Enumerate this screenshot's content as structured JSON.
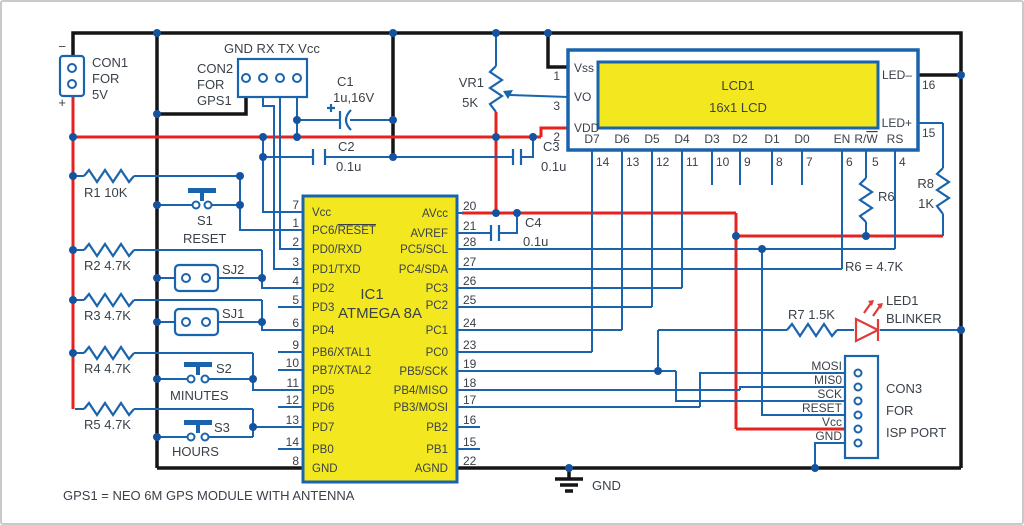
{
  "note": "GPS1 = NEO 6M GPS MODULE WITH ANTENNA",
  "symbols": {
    "plus": "+",
    "minus": "−",
    "gnd": "GND"
  },
  "colors": {
    "wire": "#1a64ad",
    "power": "#e42320",
    "ground": "#151515",
    "component_fill": "#f3e81f",
    "led": "#e03a3a"
  },
  "con1": {
    "line1": "CON1",
    "line2": "FOR",
    "line3": "5V"
  },
  "con2": {
    "pin_labels": "GND RX TX Vcc",
    "line1": "CON2",
    "line2": "FOR",
    "line3": "GPS1"
  },
  "con3": {
    "signals": [
      "MOSI",
      "MIS0",
      "SCK",
      "RESET",
      "Vcc",
      "GND"
    ],
    "line1": "CON3",
    "line2": "FOR",
    "line3": "ISP PORT"
  },
  "capacitors": {
    "c1": {
      "name": "C1",
      "value": "1u,16V"
    },
    "c2": {
      "name": "C2",
      "value": "0.1u"
    },
    "c3": {
      "name": "C3",
      "value": "0.1u"
    },
    "c4": {
      "name": "C4",
      "value": "0.1u"
    }
  },
  "vr1": {
    "name": "VR1",
    "value": "5K"
  },
  "resistors": {
    "r1": "R1  10K",
    "r2": "R2  4.7K",
    "r3": "R3  4.7K",
    "r4": "R4  4.7K",
    "r5": "R5  4.7K",
    "r6": "R6",
    "r6_note": "R6 = 4.7K",
    "r7": "R7 1.5K",
    "r8": "R8",
    "r8_value": "1K"
  },
  "switches": {
    "s1": {
      "name": "S1",
      "function": "RESET"
    },
    "s2": {
      "name": "S2",
      "function": "MINUTES"
    },
    "s3": {
      "name": "S3",
      "function": "HOURS"
    },
    "sj1": "SJ1",
    "sj2": "SJ2"
  },
  "led1": {
    "name": "LED1",
    "function": "BLINKER"
  },
  "ic1": {
    "name": "IC1",
    "part": "ATMEGA 8A",
    "left_pins": [
      {
        "num": "7",
        "label": "Vcc"
      },
      {
        "num": "1",
        "label": "PC6/",
        "label_overline": "RESET"
      },
      {
        "num": "2",
        "label": "PD0/RXD"
      },
      {
        "num": "3",
        "label": "PD1/TXD"
      },
      {
        "num": "4",
        "label": "PD2"
      },
      {
        "num": "5",
        "label": "PD3"
      },
      {
        "num": "6",
        "label": "PD4"
      },
      {
        "num": "9",
        "label": "PB6/XTAL1"
      },
      {
        "num": "10",
        "label": "PB7/XTAL2"
      },
      {
        "num": "11",
        "label": "PD5"
      },
      {
        "num": "12",
        "label": "PD6"
      },
      {
        "num": "13",
        "label": "PD7"
      },
      {
        "num": "14",
        "label": "PB0"
      },
      {
        "num": "8",
        "label": "GND"
      }
    ],
    "right_pins": [
      {
        "num": "20",
        "label": "AVcc"
      },
      {
        "num": "21",
        "label": "AVREF"
      },
      {
        "num": "28",
        "label": "PC5/SCL"
      },
      {
        "num": "27",
        "label": "PC4/SDA"
      },
      {
        "num": "26",
        "label": "PC3"
      },
      {
        "num": "25",
        "label": "PC2"
      },
      {
        "num": "24",
        "label": "PC1"
      },
      {
        "num": "23",
        "label": "PC0"
      },
      {
        "num": "19",
        "label": "PB5/SCK"
      },
      {
        "num": "18",
        "label": "PB4/MISO"
      },
      {
        "num": "17",
        "label": "PB3/MOSI"
      },
      {
        "num": "16",
        "label": "PB2"
      },
      {
        "num": "15",
        "label": "PB1"
      },
      {
        "num": "22",
        "label": "AGND"
      }
    ]
  },
  "lcd1": {
    "name": "LCD1",
    "type": "16x1 LCD",
    "left_pins": [
      {
        "num": "1",
        "label": "Vss"
      },
      {
        "num": "3",
        "label": "VO"
      },
      {
        "num": "2",
        "label": "VDD"
      }
    ],
    "bottom_pins": [
      {
        "num": "14",
        "label": "D7"
      },
      {
        "num": "13",
        "label": "D6"
      },
      {
        "num": "12",
        "label": "D5"
      },
      {
        "num": "11",
        "label": "D4"
      },
      {
        "num": "10",
        "label": "D3"
      },
      {
        "num": "9",
        "label": "D2"
      },
      {
        "num": "8",
        "label": "D1"
      },
      {
        "num": "7",
        "label": "D0"
      },
      {
        "num": "6",
        "label": "EN"
      },
      {
        "num": "5",
        "label": "R/",
        "label_overline": "W"
      },
      {
        "num": "4",
        "label": "RS"
      }
    ],
    "right_pins": [
      {
        "num": "16",
        "label": "LED–"
      },
      {
        "num": "15",
        "label": "LED+"
      }
    ]
  }
}
